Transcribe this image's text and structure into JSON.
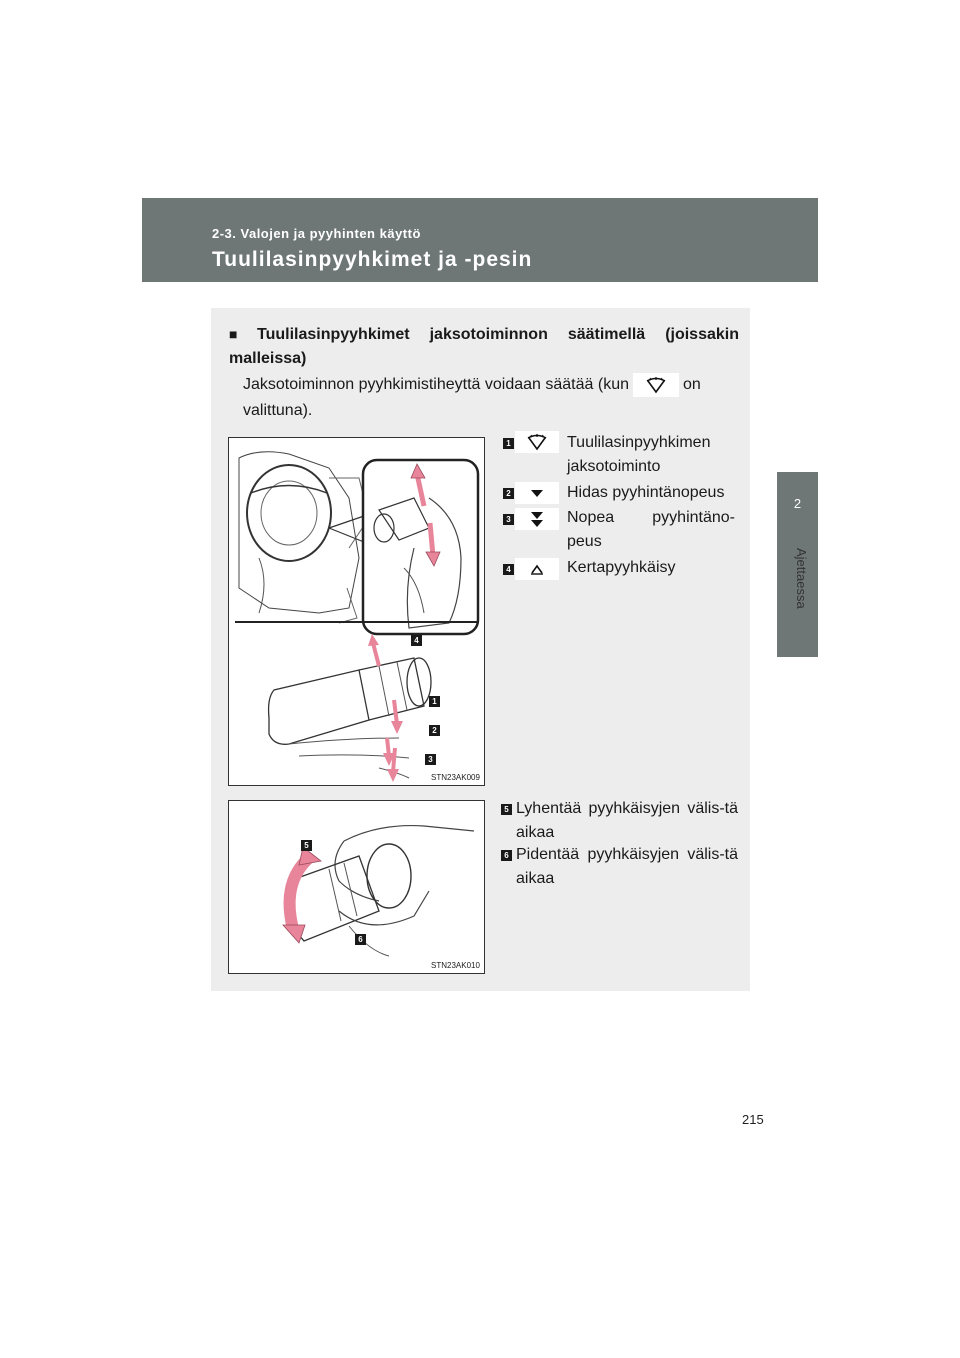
{
  "header": {
    "section": "2-3. Valojen ja pyyhinten käyttö",
    "title": "Tuulilasinpyyhkimet ja -pesin"
  },
  "side_tab": {
    "number": "2",
    "label": "Ajettaessa"
  },
  "subsection": {
    "heading": "Tuulilasinpyyhkimet jaksotoiminnon säätimellä (joissakin malleissa)",
    "intro_before": "Jaksotoiminnon pyyhkimistiheyttä voidaan säätää (kun",
    "intro_after": "on valittuna).",
    "intro_icon": "intermittent-wiper-icon"
  },
  "legend": [
    {
      "number": "1",
      "icon": "intermittent-wiper-icon",
      "text": "Tuulilasinpyyhkimen jaksotoiminto"
    },
    {
      "number": "2",
      "icon": "single-chevron-down-icon",
      "text": "Hidas pyyhintänopeus"
    },
    {
      "number": "3",
      "icon": "double-chevron-down-icon",
      "text": "Nopea pyyhintäno-peus"
    },
    {
      "number": "4",
      "icon": "mist-chevron-up-icon",
      "text": "Kertapyyhkäisy"
    }
  ],
  "notes": [
    {
      "number": "5",
      "text": "Lyhentää pyyhkäisyjen välis-tä aikaa"
    },
    {
      "number": "6",
      "text": "Pidentää pyyhkäisyjen välis-tä aikaa"
    }
  ],
  "figures": [
    {
      "code": "STN23AK009",
      "callouts": [
        "4",
        "1",
        "2",
        "3"
      ]
    },
    {
      "code": "STN23AK010",
      "callouts": [
        "5",
        "6"
      ]
    }
  ],
  "colors": {
    "header": "#6e7676",
    "panel": "#ededed",
    "arrow": "#e8859b"
  },
  "page_number": "215"
}
